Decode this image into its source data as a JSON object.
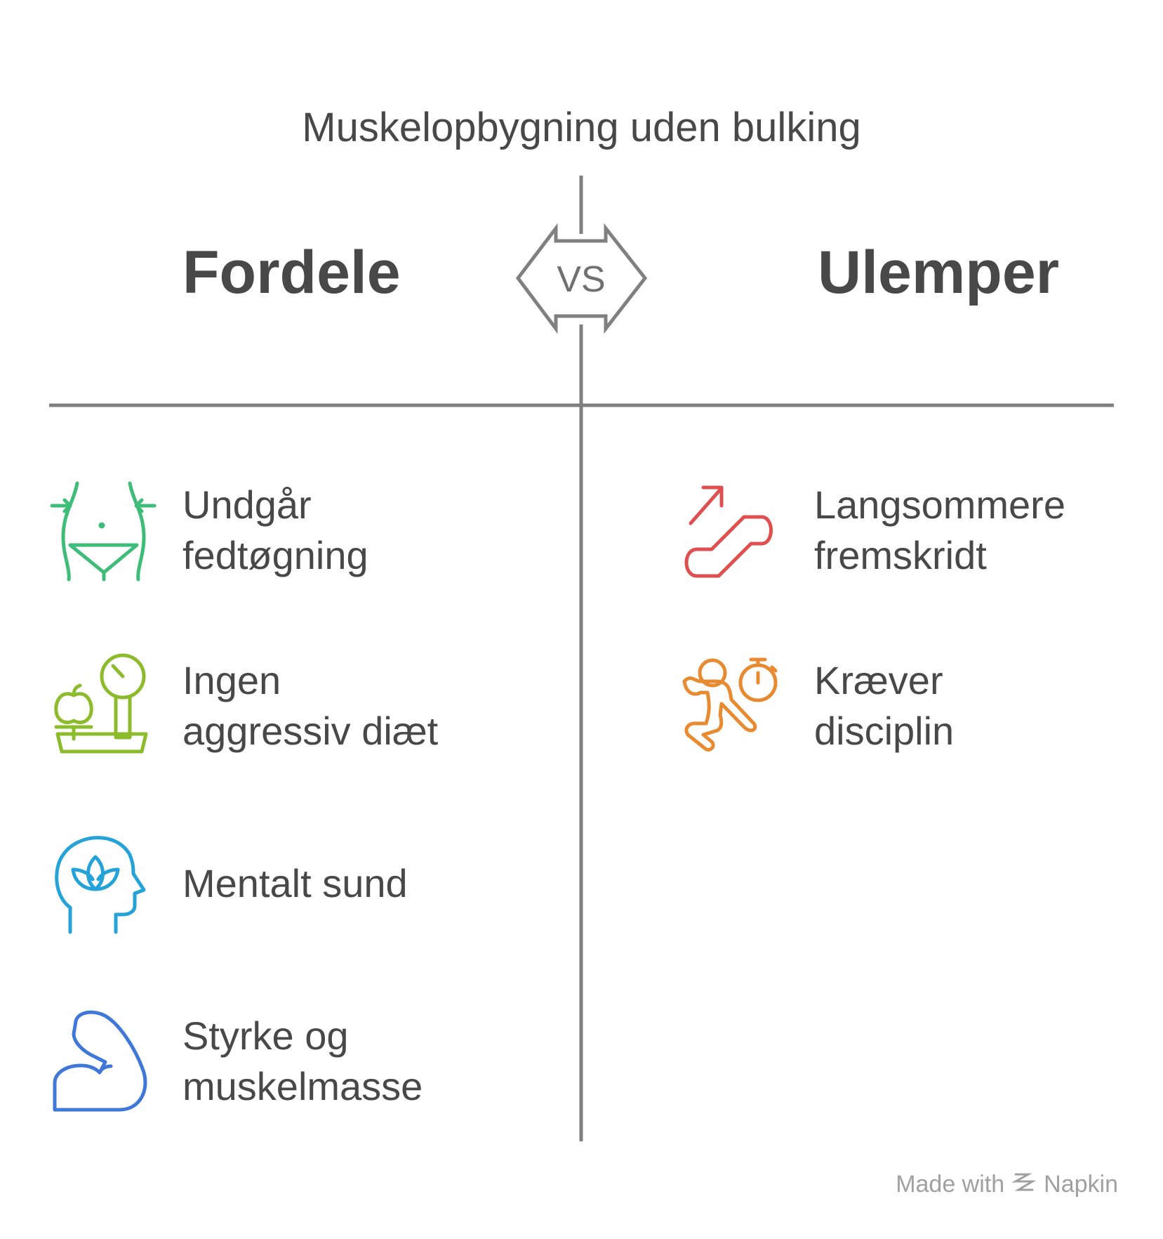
{
  "title": "Muskelopbygning uden bulking",
  "vs_label": "VS",
  "left": {
    "heading": "Fordele",
    "items": [
      {
        "text": "Undgår\nfedtøgning",
        "icon": "waist-shrink-icon",
        "color": "#3dbd78"
      },
      {
        "text": "Ingen\naggressiv diæt",
        "icon": "scale-apple-icon",
        "color": "#8cbc2c"
      },
      {
        "text": "Mentalt sund",
        "icon": "lotus-head-icon",
        "color": "#25a3d9"
      },
      {
        "text": "Styrke og\nmuskelmasse",
        "icon": "flexed-bicep-icon",
        "color": "#3f78d8"
      }
    ]
  },
  "right": {
    "heading": "Ulemper",
    "items": [
      {
        "text": "Langsommere\nfremskridt",
        "icon": "escalator-icon",
        "color": "#e04f4f"
      },
      {
        "text": "Kræver\ndisciplin",
        "icon": "runner-stopwatch-icon",
        "color": "#e88a2f"
      }
    ]
  },
  "footer": {
    "made_with": "Made with",
    "brand": "Napkin"
  },
  "colors": {
    "line": "#808080",
    "text": "#484848",
    "footer": "#a0a0a0"
  }
}
